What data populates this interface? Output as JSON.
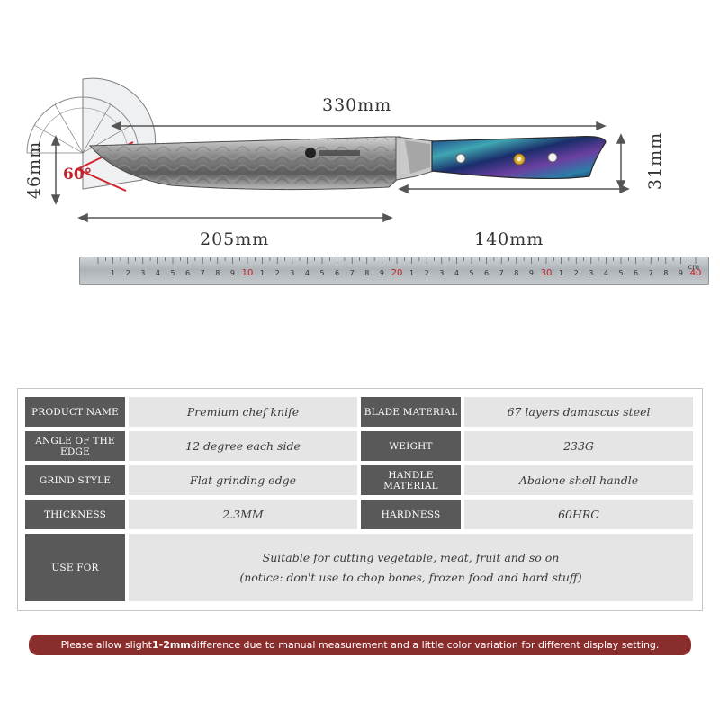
{
  "diagram": {
    "overall_length": "330mm",
    "blade_height": "46mm",
    "handle_height": "31mm",
    "blade_length": "205mm",
    "handle_length": "140mm",
    "edge_angle": "60°",
    "ruler_unit": "cm"
  },
  "specs": {
    "rows": [
      {
        "label1": "PRODUCT NAME",
        "value1": "Premium chef knife",
        "label2": "BLADE MATERIAL",
        "value2": "67 layers damascus steel"
      },
      {
        "label1": "ANGLE OF THE EDGE",
        "value1": "12 degree each side",
        "label2": "WEIGHT",
        "value2": "233G"
      },
      {
        "label1": "GRIND STYLE",
        "value1": "Flat grinding edge",
        "label2": "HANDLE MATERIAL",
        "value2": "Abalone shell handle"
      },
      {
        "label1": "THICKNESS",
        "value1": "2.3MM",
        "label2": "HARDNESS",
        "value2": "60HRC"
      }
    ],
    "use_for": {
      "label": "USE FOR",
      "line1": "Suitable for cutting vegetable, meat, fruit and so on",
      "line2": "(notice: don't use to chop bones, frozen food and hard stuff)"
    }
  },
  "note": {
    "prefix": "Please allow slight ",
    "highlight": "1-2mm",
    "suffix": " difference due to manual measurement and a little color variation for different display setting."
  }
}
